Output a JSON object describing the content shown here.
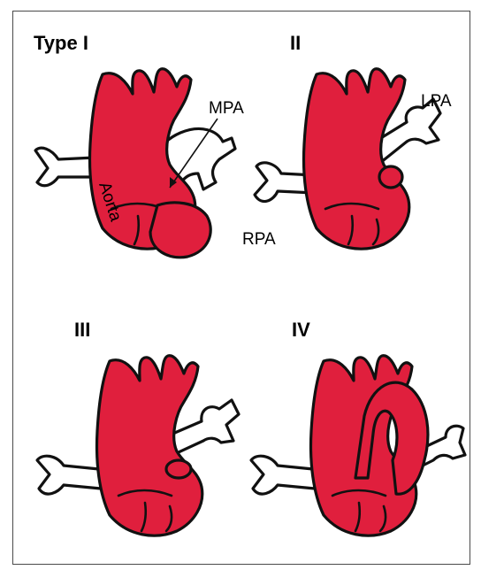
{
  "colors": {
    "aorta": "#e01f3d",
    "outline": "#111111",
    "background": "#ffffff"
  },
  "panels": [
    {
      "title": "Type I",
      "labels": {
        "mpa": "MPA",
        "aorta": "Aorta"
      }
    },
    {
      "title": "II",
      "labels": {
        "lpa": "LPA",
        "rpa": "RPA"
      }
    },
    {
      "title": "III"
    },
    {
      "title": "IV"
    }
  ]
}
